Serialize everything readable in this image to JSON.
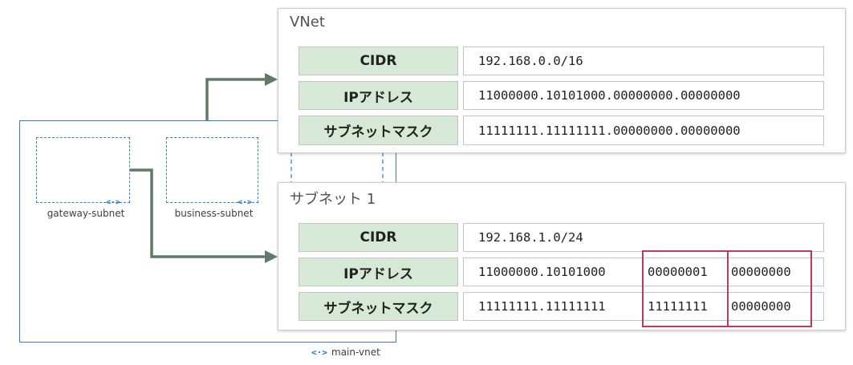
{
  "network": {
    "vnet_name": "main-vnet",
    "vnet_icon": "vnet-icon",
    "subnets": [
      {
        "name": "gateway-subnet",
        "icon": "subnet-icon"
      },
      {
        "name": "business-subnet",
        "icon": "subnet-icon"
      }
    ]
  },
  "vnet_panel": {
    "title": "VNet",
    "rows": [
      {
        "label": "CIDR",
        "value": "192.168.0.0/16"
      },
      {
        "label": "IPアドレス",
        "value": "11000000.10101000.00000000.00000000"
      },
      {
        "label": "サブネットマスク",
        "value": "11111111.11111111.00000000.00000000"
      }
    ]
  },
  "subnet_panel": {
    "title": "サブネット 1",
    "cidr_label": "CIDR",
    "cidr_value": "192.168.1.0/24",
    "ip_label": "IPアドレス",
    "ip_prefix": "11000000.10101000",
    "ip_octet3": "00000001",
    "ip_octet4": "00000000",
    "mask_label": "サブネットマスク",
    "mask_prefix": "11111111.11111111",
    "mask_octet3": "11111111",
    "mask_octet4": "00000000"
  },
  "colors": {
    "arrow": "#5f7a66",
    "vnet_border": "#3a7cc0",
    "header_fill": "#d6e8d6",
    "highlight": "#b83a5e"
  }
}
